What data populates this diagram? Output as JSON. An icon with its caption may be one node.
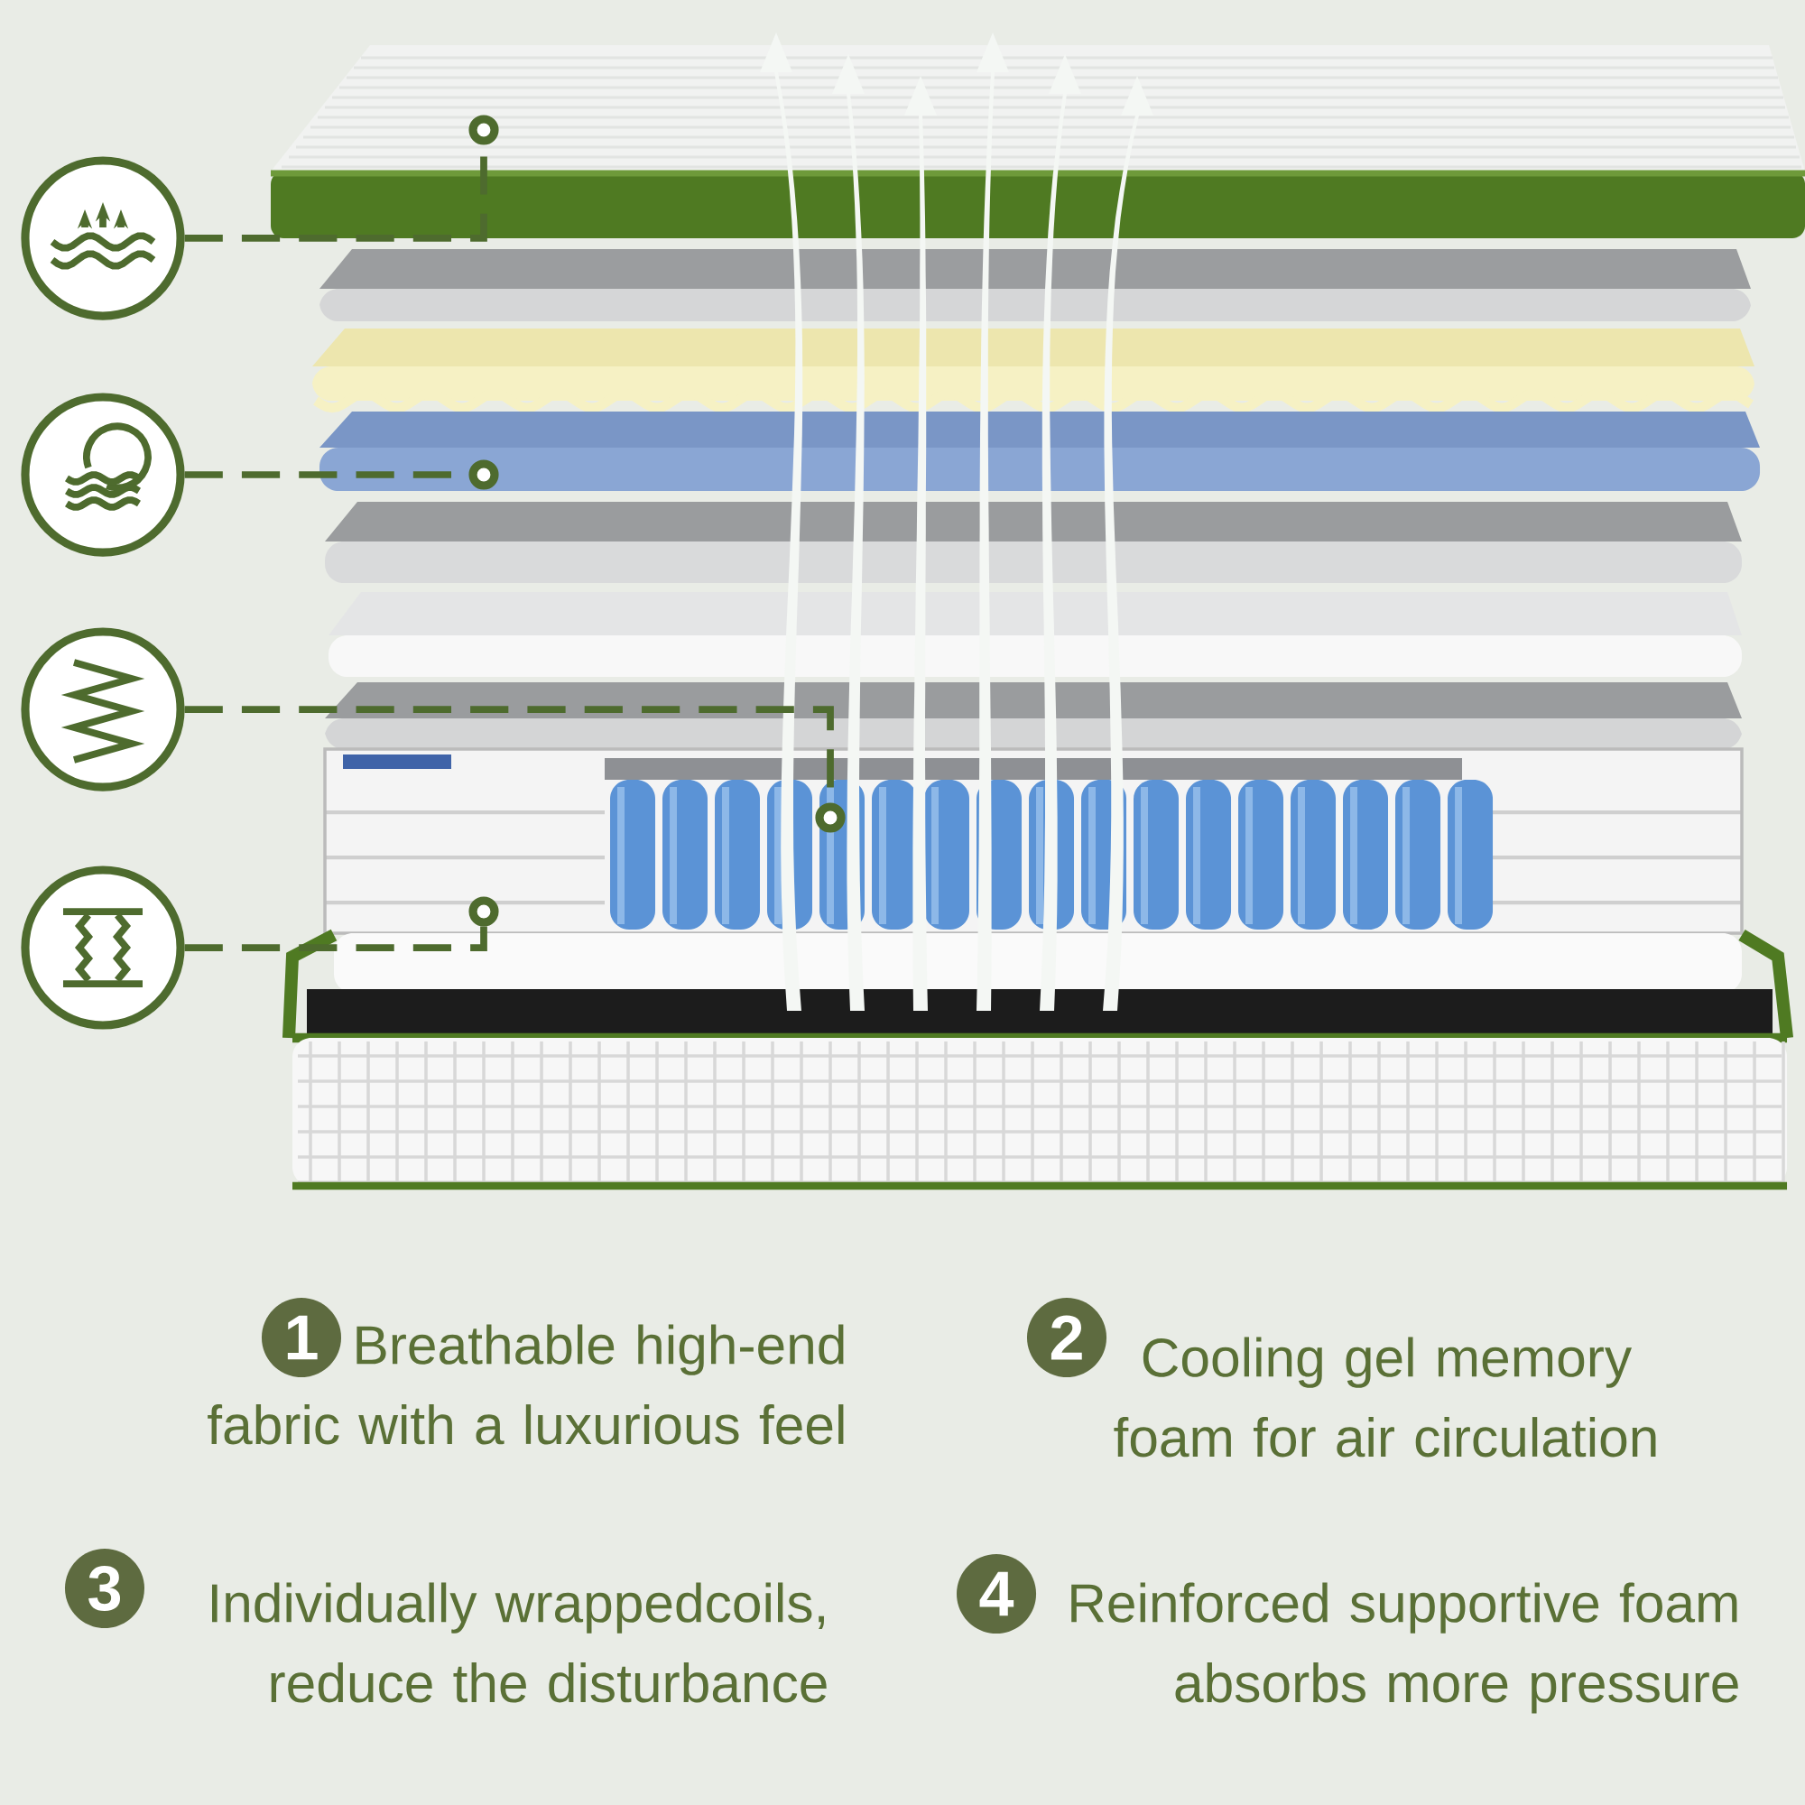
{
  "diagram": {
    "nodes": [
      {
        "text": [],
        "shape": "circle"
      },
      {
        "text": [],
        "shape": "circle"
      },
      {
        "text": [],
        "shape": "circle"
      },
      {
        "text": [],
        "shape": "circle"
      },
      {
        "text": [],
        "shape": "circle"
      },
      {
        "text": [],
        "shape": "circle"
      },
      {
        "text": [],
        "shape": "circle"
      },
      {
        "text": [],
        "shape": "circle"
      },
      {
        "text": [
          "1"
        ],
        "beside": [
          "Breathable high-end fabric with a luxurious feel"
        ]
      },
      {
        "text": [
          "2"
        ],
        "beside": [
          "Cooling gel memory foam for air circulation"
        ]
      },
      {
        "text": [
          "3"
        ],
        "beside": [
          "Individually wrappedcoils, reduce the disturbance"
        ]
      },
      {
        "text": [
          "4"
        ],
        "beside": [
          "Reinforced supportive foam absorbs more pressure"
        ]
      }
    ],
    "edges": [
      {
        "from": 0,
        "to": 4,
        "arrow": "none"
      },
      {
        "from": 1,
        "to": 5,
        "arrow": "none"
      },
      {
        "from": 2,
        "to": 6,
        "arrow": "none"
      },
      {
        "from": 3,
        "to": 7,
        "arrow": "none"
      }
    ]
  }
}
